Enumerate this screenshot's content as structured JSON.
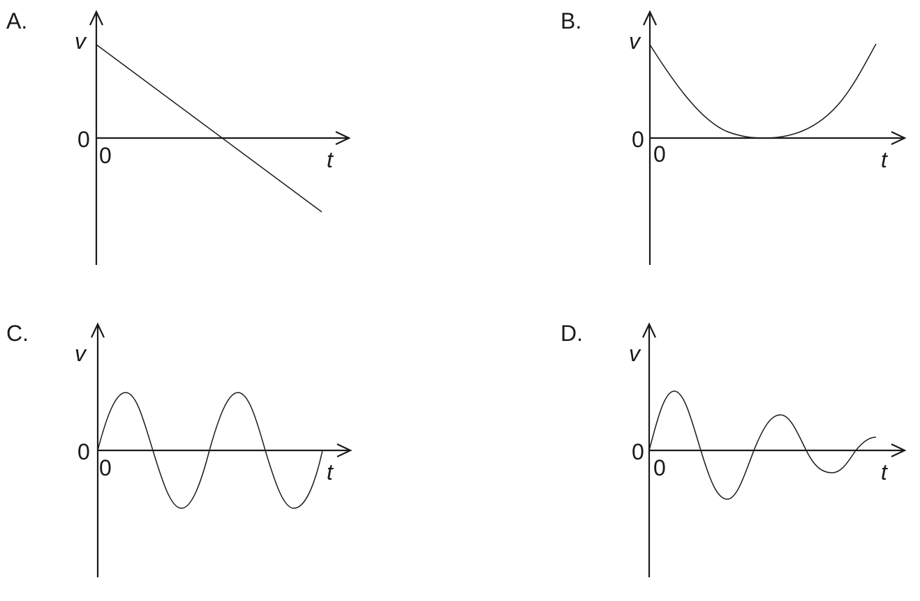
{
  "chart_data": [
    {
      "type": "line",
      "panel": "A.",
      "title": "",
      "xlabel": "t",
      "ylabel": "v",
      "x_origin_label": "0",
      "y_origin_label": "0",
      "description": "Linearly decreasing velocity, starting positive and crossing zero to become negative",
      "x": [
        0,
        0.5,
        1.0
      ],
      "values": [
        1.0,
        0.0,
        -0.79
      ],
      "grid": false
    },
    {
      "type": "line",
      "panel": "B.",
      "title": "",
      "xlabel": "t",
      "ylabel": "v",
      "x_origin_label": "0",
      "y_origin_label": "0",
      "description": "Parabolic velocity, decreasing to zero at the midpoint then increasing back",
      "x": [
        0,
        0.5,
        1.0
      ],
      "values": [
        1.0,
        0.0,
        1.0
      ],
      "grid": false
    },
    {
      "type": "line",
      "panel": "C.",
      "title": "",
      "xlabel": "t",
      "ylabel": "v",
      "x_origin_label": "0",
      "y_origin_label": "0",
      "description": "Sinusoidal velocity with constant amplitude, two full periods",
      "x": [
        0,
        0.125,
        0.25,
        0.375,
        0.5,
        0.625,
        0.75,
        0.875,
        1.0
      ],
      "values": [
        0,
        0.62,
        0,
        -0.62,
        0,
        0.62,
        0,
        -0.62,
        0
      ],
      "grid": false
    },
    {
      "type": "line",
      "panel": "D.",
      "title": "",
      "xlabel": "t",
      "ylabel": "v",
      "x_origin_label": "0",
      "y_origin_label": "0",
      "description": "Damped oscillation of velocity with decreasing amplitude",
      "x": [
        0,
        0.11,
        0.22,
        0.34,
        0.46,
        0.58,
        0.69,
        0.81,
        0.91,
        1.0
      ],
      "values": [
        0,
        0.64,
        0,
        -0.52,
        0,
        0.38,
        0,
        -0.24,
        0,
        0.14
      ],
      "grid": false
    }
  ],
  "panels": {
    "a": {
      "label": "A.",
      "ylabel": "v",
      "xlabel": "t",
      "y_zero": "0",
      "x_zero": "0"
    },
    "b": {
      "label": "B.",
      "ylabel": "v",
      "xlabel": "t",
      "y_zero": "0",
      "x_zero": "0"
    },
    "c": {
      "label": "C.",
      "ylabel": "v",
      "xlabel": "t",
      "y_zero": "0",
      "x_zero": "0"
    },
    "d": {
      "label": "D.",
      "ylabel": "v",
      "xlabel": "t",
      "y_zero": "0",
      "x_zero": "0"
    }
  }
}
